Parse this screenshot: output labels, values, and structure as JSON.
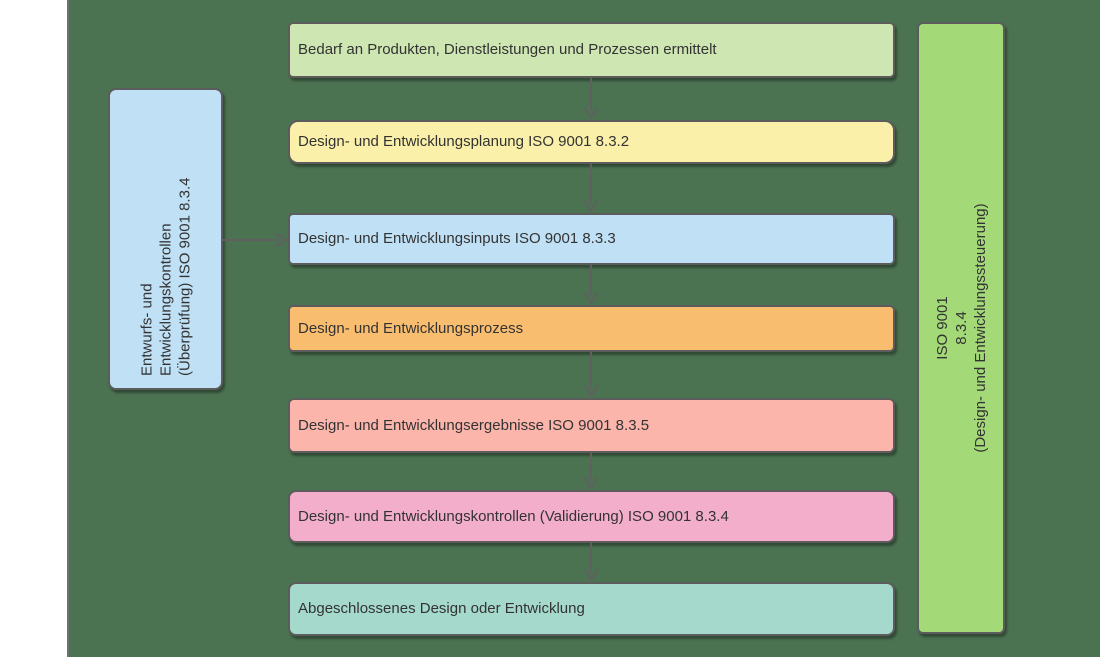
{
  "colors": {
    "page_bg": "#ffffff",
    "panel_bg": "#4B7251",
    "panel_border": "#707070",
    "box_border": "#5C5C5C",
    "arrow": "#606060",
    "text": "#333333"
  },
  "flow": {
    "steps": [
      {
        "label": "Bedarf an Produkten, Dienstleistungen und Prozessen ermittelt",
        "fill": "#cde6b2"
      },
      {
        "label": "Design- und Entwicklungsplanung ISO 9001 8.3.2",
        "fill": "#fbf0aa"
      },
      {
        "label": "Design- und Entwicklungsinputs ISO 9001 8.3.3",
        "fill": "#bfe0f5"
      },
      {
        "label": "Design- und Entwicklungsprozess",
        "fill": "#f9bd6f"
      },
      {
        "label": "Design- und Entwicklungsergebnisse ISO 9001 8.3.5",
        "fill": "#fbb5ab"
      },
      {
        "label": "Design- und Entwicklungskontrollen (Validierung) ISO 9001 8.3.4",
        "fill": "#f3aecb"
      },
      {
        "label": "Abgeschlossenes Design oder Entwicklung",
        "fill": "#a4d9cb"
      }
    ]
  },
  "left_note": {
    "fill": "#bfe0f5",
    "lines": [
      "Entwurfs- und",
      "Entwicklungskontrollen",
      "(Überprüfung) ISO 9001 8.3.4"
    ]
  },
  "right_note": {
    "fill": "#a3d977",
    "lines": [
      "ISO 9001",
      "8.3.4",
      "(Design- und Entwicklungssteuerung)"
    ]
  }
}
